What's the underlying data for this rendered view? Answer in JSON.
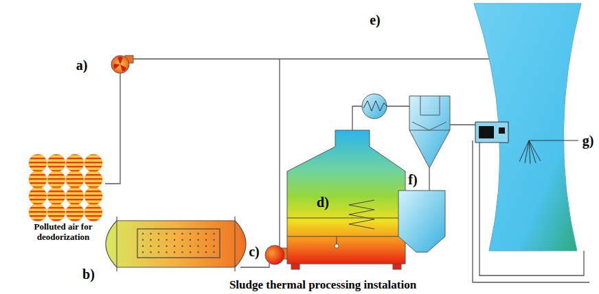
{
  "diagram": {
    "caption": "Sludge thermal processing instalation",
    "labels": [
      "a)",
      "Polluted air for deodorization",
      "b)",
      "c)",
      "d)",
      "e)",
      "f)",
      "g)"
    ]
  }
}
